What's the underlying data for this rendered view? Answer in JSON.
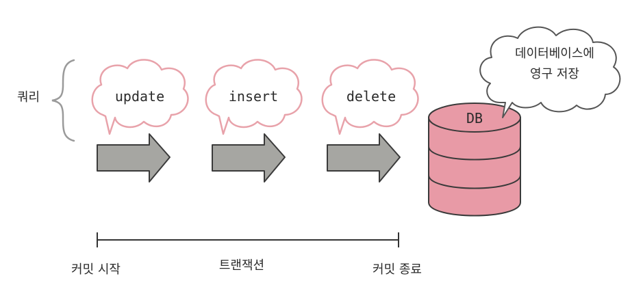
{
  "labels": {
    "query": "쿼리",
    "queries": [
      "update",
      "insert",
      "delete"
    ],
    "db": "DB",
    "db_note_line1": "데이터베이스에",
    "db_note_line2": "영구 저장",
    "commit_start": "커밋 시작",
    "transaction": "트랜잭션",
    "commit_end": "커밋 종료"
  },
  "colors": {
    "cloud_stroke": "#e8a2aa",
    "db_fill": "#e89aa6",
    "db_stroke": "#3a3a3a",
    "arrow_fill": "#a6a6a2",
    "arrow_stroke": "#3a3a3a",
    "line": "#333333",
    "brace": "#9a9a9a",
    "note_stroke": "#555555"
  }
}
